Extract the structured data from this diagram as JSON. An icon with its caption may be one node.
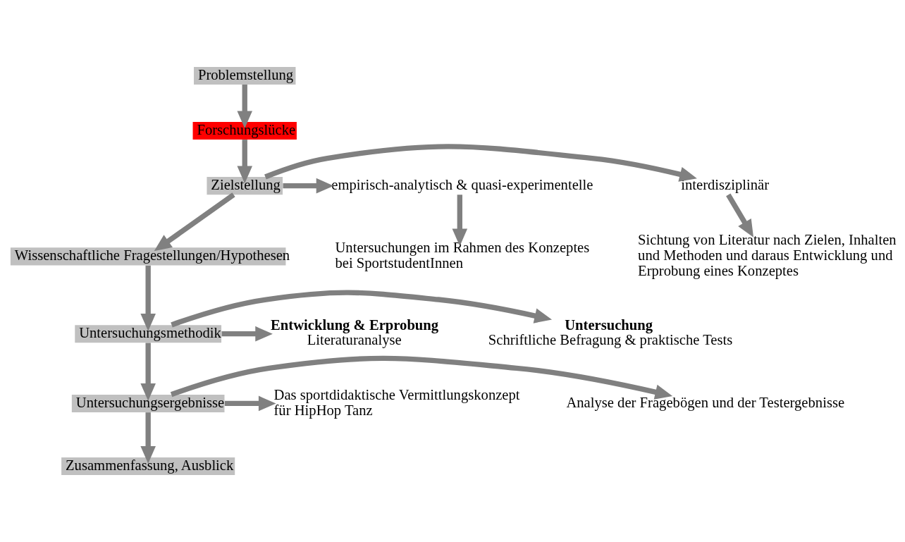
{
  "diagram": {
    "nodes": [
      {
        "text": [
          "Problemstellung"
        ]
      },
      {
        "text": [
          "Forschungslücke"
        ]
      },
      {
        "text": [
          "Zielstellung"
        ]
      },
      {
        "text": [
          "interdisziplinär"
        ]
      },
      {
        "text": [
          "empirisch-analytisch & quasi-experimentelle"
        ]
      },
      {
        "text": [
          "Sichtung von Literatur nach Zielen, Inhalten und Methoden und daraus Entwicklung und Erprobung eines Konzeptes"
        ]
      },
      {
        "text": [
          "Untersuchungen im Rahmen des Konzeptes bei SportstudentInnen"
        ]
      },
      {
        "text": [
          "Wissenschaftliche Fragestellungen/Hypothesen"
        ]
      },
      {
        "text": [
          "Untersuchungsmethodik"
        ]
      },
      {
        "text": [
          "Entwicklung & Erprobung",
          "Literaturanalyse"
        ]
      },
      {
        "text": [
          "Untersuchung",
          "Schriftliche Befragung & praktische Tests"
        ]
      },
      {
        "text": [
          "Untersuchungsergebnisse"
        ]
      },
      {
        "text": [
          "Das sportdidaktische Vermittlungskonzept für HipHop Tanz"
        ]
      },
      {
        "text": [
          "Analyse der Fragebögen und der Testergebnisse"
        ]
      },
      {
        "text": [
          "Zusammenfassung, Ausblick"
        ]
      }
    ],
    "edges": [
      {
        "from": 0,
        "to": 1,
        "arrow": "to"
      },
      {
        "from": 1,
        "to": 2,
        "arrow": "to"
      },
      {
        "from": 2,
        "to": 3,
        "arrow": "to"
      },
      {
        "from": 2,
        "to": 4,
        "arrow": "to"
      },
      {
        "from": 2,
        "to": 7,
        "arrow": "to"
      },
      {
        "from": 3,
        "to": 5,
        "arrow": "to"
      },
      {
        "from": 4,
        "to": 6,
        "arrow": "to"
      },
      {
        "from": 7,
        "to": 8,
        "arrow": "to"
      },
      {
        "from": 8,
        "to": 9,
        "arrow": "to"
      },
      {
        "from": 8,
        "to": 10,
        "arrow": "to"
      },
      {
        "from": 8,
        "to": 11,
        "arrow": "to"
      },
      {
        "from": 11,
        "to": 12,
        "arrow": "to"
      },
      {
        "from": 11,
        "to": 13,
        "arrow": "to"
      },
      {
        "from": 11,
        "to": 14,
        "arrow": "to"
      }
    ]
  }
}
